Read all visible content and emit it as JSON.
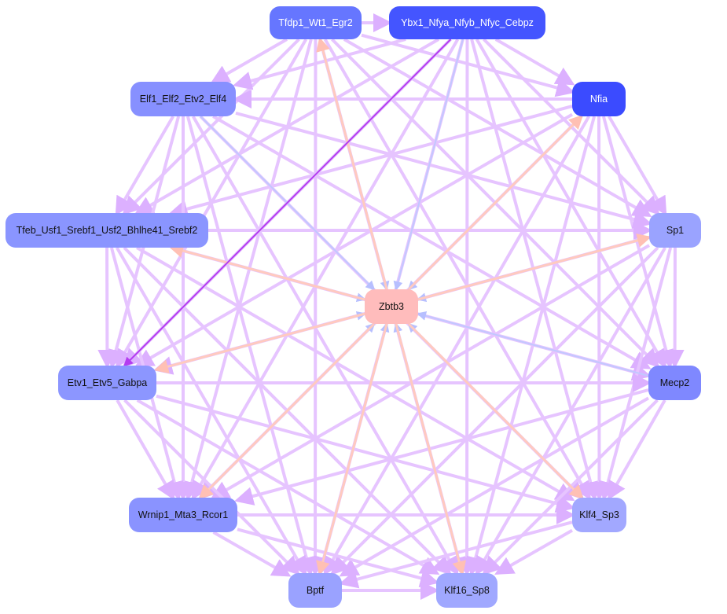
{
  "colors": {
    "edge_default": "#e6c4ff",
    "edge_to_center": "#c2c8ff",
    "edge_from_center": "#ffcabf",
    "edge_strong": "#b43cf0"
  },
  "nodes": [
    {
      "id": "tfdp1",
      "label": "Tfdp1_Wt1_Egr2",
      "color": "#6676ff"
    },
    {
      "id": "ybx1",
      "label": "Ybx1_Nfya_Nfyb_Nfyc_Cebpz",
      "color": "#4455ff"
    },
    {
      "id": "nfia",
      "label": "Nfia",
      "color": "#3b4bff"
    },
    {
      "id": "elf1",
      "label": "Elf1_Elf2_Etv2_Elf4",
      "color": "#8790ff"
    },
    {
      "id": "tfeb",
      "label": "Tfeb_Usf1_Srebf1_Usf2_Bhlhe41_Srebf2",
      "color": "#8a95ff"
    },
    {
      "id": "sp1",
      "label": "Sp1",
      "color": "#9aa3ff"
    },
    {
      "id": "zbtb3",
      "label": "Zbtb3",
      "color": "#ffbcbc"
    },
    {
      "id": "etv1",
      "label": "Etv1_Etv5_Gabpa",
      "color": "#8c96ff"
    },
    {
      "id": "mecp2",
      "label": "Mecp2",
      "color": "#7f88ff"
    },
    {
      "id": "wrnip1",
      "label": "Wrnip1_Mta3_Rcor1",
      "color": "#8a93ff"
    },
    {
      "id": "klf4",
      "label": "Klf4_Sp3",
      "color": "#a2a8ff"
    },
    {
      "id": "bptf",
      "label": "Bptf",
      "color": "#9aa2ff"
    },
    {
      "id": "klf16",
      "label": "Klf16_Sp8",
      "color": "#a0a8ff"
    }
  ],
  "edges_from_center": [
    "tfeb",
    "etv1",
    "klf4",
    "klf16",
    "sp1",
    "nfia",
    "tfdp1",
    "wrnip1",
    "bptf"
  ],
  "strong_edges": [
    [
      "ybx1",
      "etv1"
    ]
  ]
}
